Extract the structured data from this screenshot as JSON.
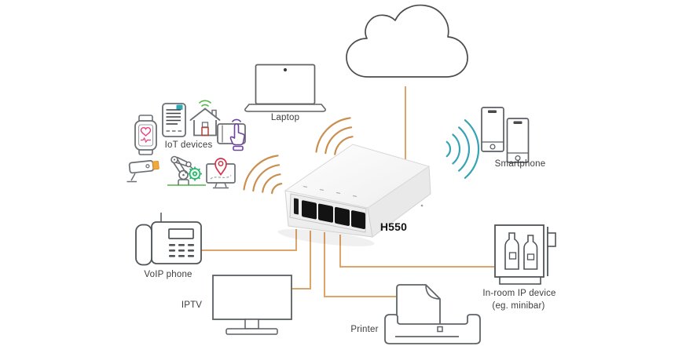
{
  "device": {
    "model": "H550"
  },
  "nodes": {
    "cloud": {
      "label": "",
      "connection": "wired"
    },
    "laptop": {
      "label": "Laptop",
      "connection": "wireless"
    },
    "iot": {
      "label": "IoT devices",
      "connection": "wireless"
    },
    "smartphone": {
      "label": "Smartphone",
      "connection": "wireless"
    },
    "voip": {
      "label": "VoIP phone",
      "connection": "wired"
    },
    "iptv": {
      "label": "IPTV",
      "connection": "wired"
    },
    "printer": {
      "label": "Printer",
      "connection": "wired"
    },
    "minibar": {
      "label": "In-room IP device",
      "sublabel": "(eg. minibar)",
      "connection": "wired"
    }
  },
  "colors": {
    "wired_line": "#dfa468",
    "wifi_ap_arcs": "#c98f4f",
    "wifi_client_arcs": "#36a3b4",
    "device_outline": "#5f6468",
    "label_text": "#3c3c3c",
    "accent_pink": "#e8427c",
    "accent_green": "#54b948",
    "accent_gear_green": "#2fb56e",
    "accent_red": "#d2334c",
    "accent_purple": "#6f42a0",
    "accent_camera_orange": "#f0a93c",
    "accent_teal": "#2fa8b5"
  }
}
